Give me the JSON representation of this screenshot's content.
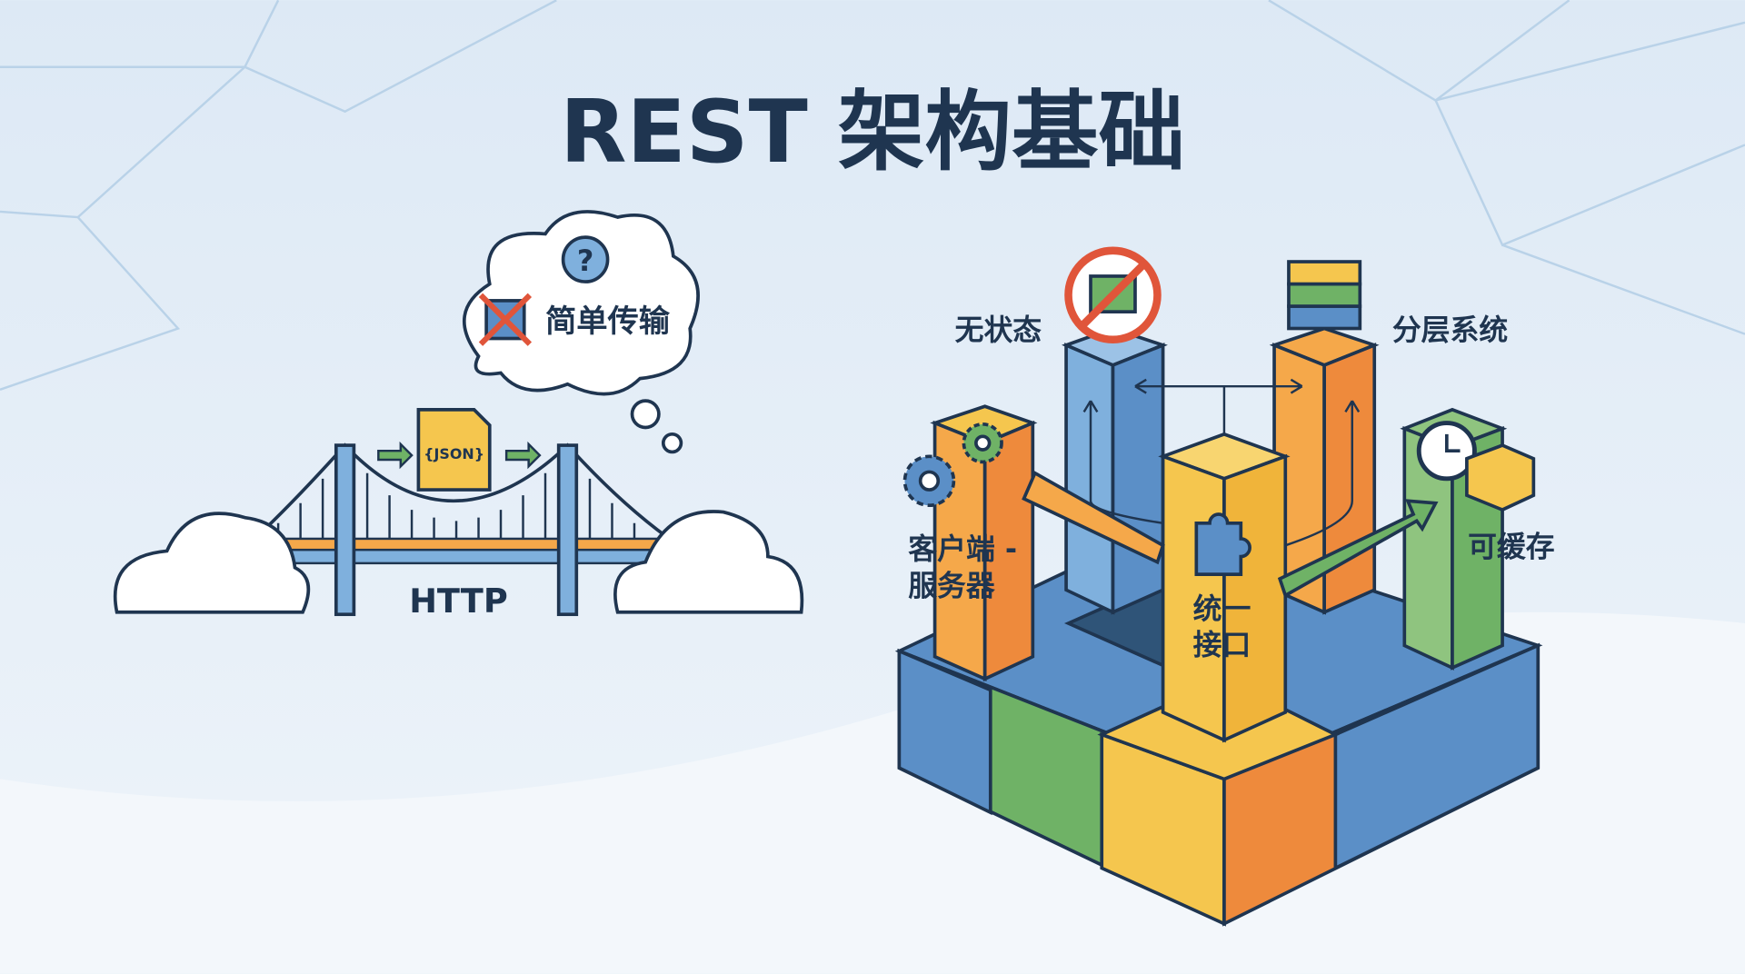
{
  "title": "REST 架构基础",
  "left": {
    "thought": "简单传输",
    "question_mark": "?",
    "payload": "{JSON}",
    "bridge_label": "HTTP"
  },
  "right": {
    "stateless": "无状态",
    "layered": "分层系统",
    "client_server_1": "客户端 -",
    "client_server_2": "服务器",
    "uniform_1": "统一",
    "uniform_2": "接口",
    "cacheable": "可缓存"
  },
  "colors": {
    "navy": "#1f3550",
    "blue": "#5b8fc7",
    "orange": "#ee8a3c",
    "yellow": "#f5c64e",
    "green": "#6fb266",
    "red": "#e0553a",
    "background": "#e4eff8"
  }
}
